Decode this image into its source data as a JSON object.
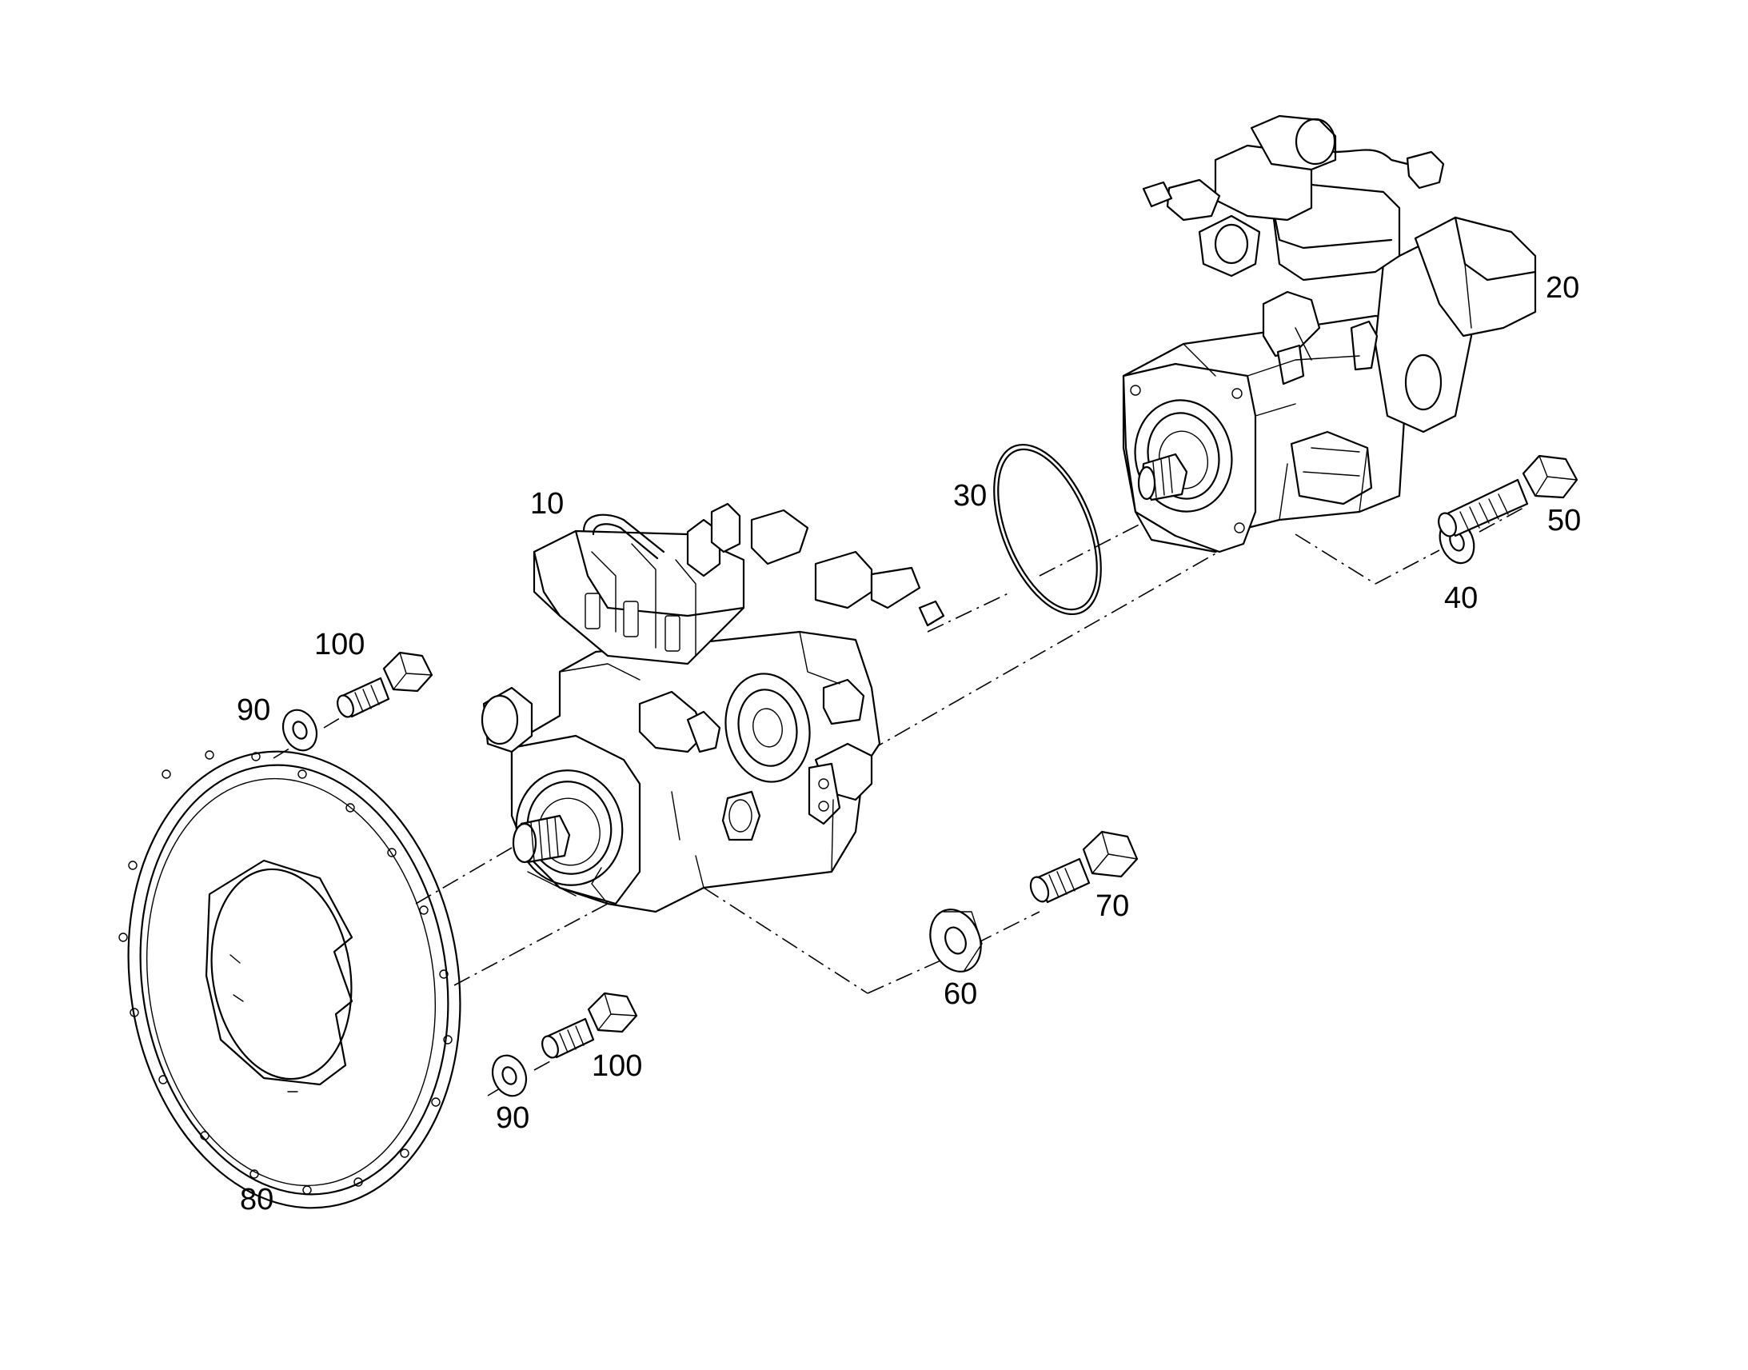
{
  "callouts": {
    "pump_front": "10",
    "pump_rear": "20",
    "o_ring": "30",
    "washer_rear": "40",
    "bolt_rear": "50",
    "washer_front": "60",
    "bolt_front": "70",
    "coupling_flange": "80",
    "washer_upper": "90",
    "bolt_upper": "100",
    "washer_lower": "90",
    "bolt_lower": "100"
  }
}
